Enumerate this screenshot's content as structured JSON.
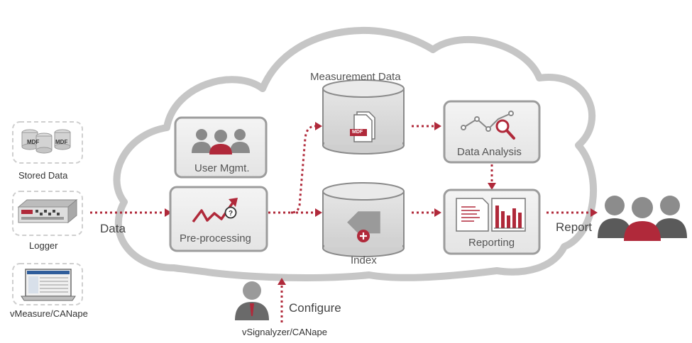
{
  "sources": {
    "stored_data": "Stored Data",
    "logger": "Logger",
    "vmeasure": "vMeasure/CANape",
    "mdf_tag": "MDF"
  },
  "flow": {
    "data": "Data",
    "report": "Report",
    "configure": "Configure",
    "configurator": "vSignalyzer/CANape"
  },
  "cloud": {
    "user_mgmt": "User Mgmt.",
    "pre_processing": "Pre-processing",
    "measurement_data": "Measurement Data",
    "index": "Index",
    "data_analysis": "Data Analysis",
    "reporting": "Reporting",
    "mdf_file": "MDF"
  },
  "colors": {
    "accent": "#b0293a",
    "arrow": "#b0293a",
    "gray": "#8a8a8a",
    "box_fill": "#eeeeee",
    "box_border": "#9c9c9c"
  }
}
